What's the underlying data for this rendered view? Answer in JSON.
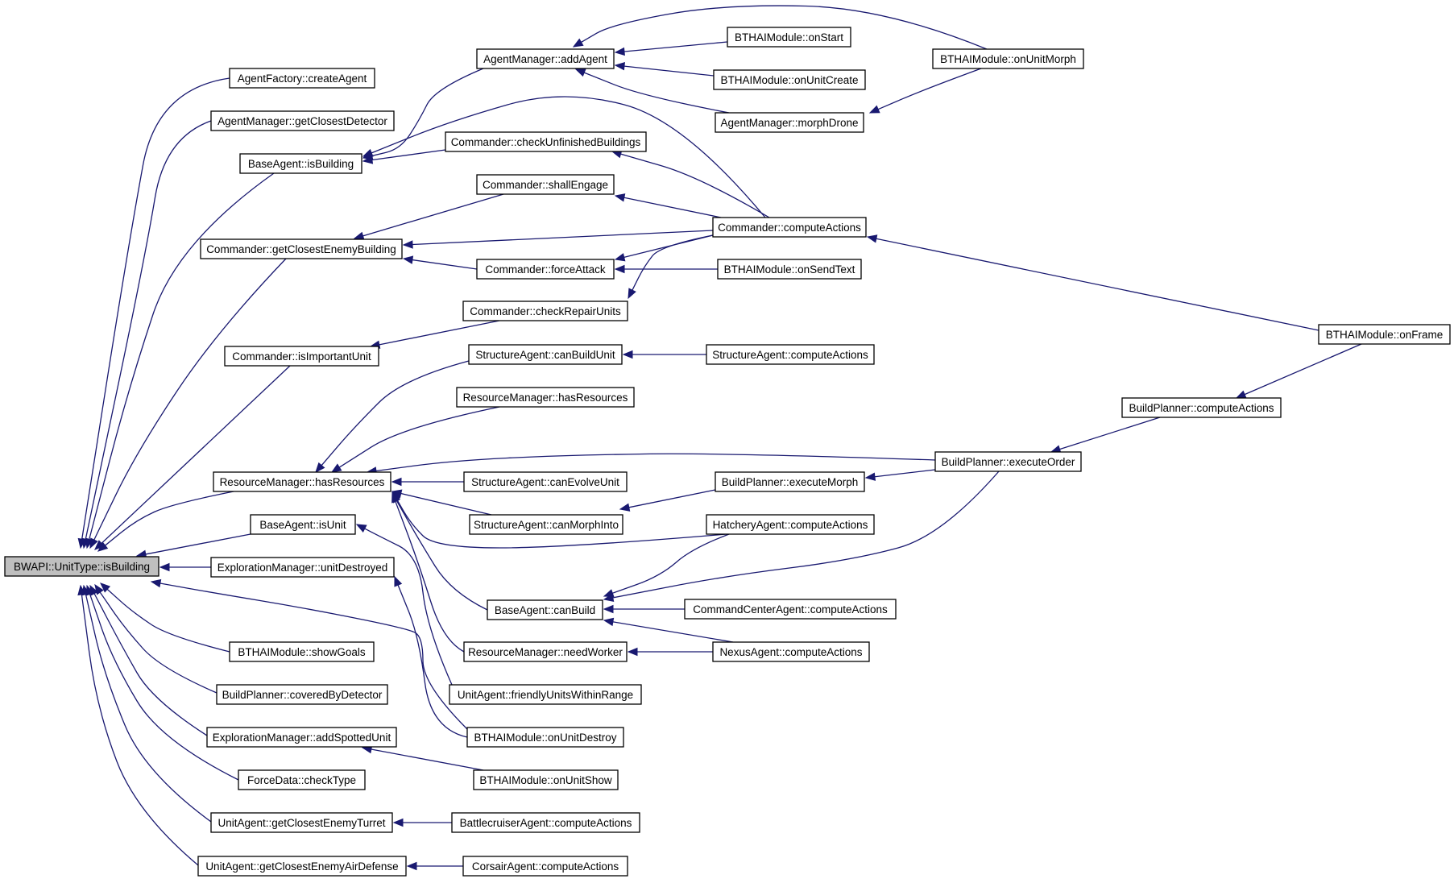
{
  "graph": {
    "nodes": [
      {
        "id": "root",
        "label": "BWAPI::UnitType::isBuilding"
      },
      {
        "id": "af_create",
        "label": "AgentFactory::createAgent"
      },
      {
        "id": "am_detector",
        "label": "AgentManager::getClosestDetector"
      },
      {
        "id": "ba_isbuilding",
        "label": "BaseAgent::isBuilding"
      },
      {
        "id": "cmd_closest",
        "label": "Commander::getClosestEnemyBuilding"
      },
      {
        "id": "cmd_important",
        "label": "Commander::isImportantUnit"
      },
      {
        "id": "rm_has",
        "label": "ResourceManager::hasResources"
      },
      {
        "id": "ba_isunit",
        "label": "BaseAgent::isUnit"
      },
      {
        "id": "em_destroyed",
        "label": "ExplorationManager::unitDestroyed"
      },
      {
        "id": "bm_goals",
        "label": "BTHAIModule::showGoals"
      },
      {
        "id": "bp_covered",
        "label": "BuildPlanner::coveredByDetector"
      },
      {
        "id": "em_spotted",
        "label": "ExplorationManager::addSpottedUnit"
      },
      {
        "id": "fd_check",
        "label": "ForceData::checkType"
      },
      {
        "id": "ua_turret",
        "label": "UnitAgent::getClosestEnemyTurret"
      },
      {
        "id": "ua_airdef",
        "label": "UnitAgent::getClosestEnemyAirDefense"
      },
      {
        "id": "am_add",
        "label": "AgentManager::addAgent"
      },
      {
        "id": "cmd_unfinished",
        "label": "Commander::checkUnfinishedBuildings"
      },
      {
        "id": "cmd_engage",
        "label": "Commander::shallEngage"
      },
      {
        "id": "cmd_force",
        "label": "Commander::forceAttack"
      },
      {
        "id": "cmd_repair",
        "label": "Commander::checkRepairUnits"
      },
      {
        "id": "sa_canbuild",
        "label": "StructureAgent::canBuildUnit"
      },
      {
        "id": "rm_has2",
        "label": "ResourceManager::hasResources"
      },
      {
        "id": "sa_evolve",
        "label": "StructureAgent::canEvolveUnit"
      },
      {
        "id": "sa_morph",
        "label": "StructureAgent::canMorphInto"
      },
      {
        "id": "ba_canbuild",
        "label": "BaseAgent::canBuild"
      },
      {
        "id": "rm_worker",
        "label": "ResourceManager::needWorker"
      },
      {
        "id": "ua_friendly",
        "label": "UnitAgent::friendlyUnitsWithinRange"
      },
      {
        "id": "bm_destroy",
        "label": "BTHAIModule::onUnitDestroy"
      },
      {
        "id": "bm_show",
        "label": "BTHAIModule::onUnitShow"
      },
      {
        "id": "bc_compute",
        "label": "BattlecruiserAgent::computeActions"
      },
      {
        "id": "cs_compute",
        "label": "CorsairAgent::computeActions"
      },
      {
        "id": "bm_start",
        "label": "BTHAIModule::onStart"
      },
      {
        "id": "bm_create",
        "label": "BTHAIModule::onUnitCreate"
      },
      {
        "id": "am_drone",
        "label": "AgentManager::morphDrone"
      },
      {
        "id": "cmd_compute",
        "label": "Commander::computeActions"
      },
      {
        "id": "bm_sendtext",
        "label": "BTHAIModule::onSendText"
      },
      {
        "id": "sa_compute",
        "label": "StructureAgent::computeActions"
      },
      {
        "id": "bp_morph",
        "label": "BuildPlanner::executeMorph"
      },
      {
        "id": "ha_compute",
        "label": "HatcheryAgent::computeActions"
      },
      {
        "id": "cc_compute",
        "label": "CommandCenterAgent::computeActions"
      },
      {
        "id": "na_compute",
        "label": "NexusAgent::computeActions"
      },
      {
        "id": "bm_morph",
        "label": "BTHAIModule::onUnitMorph"
      },
      {
        "id": "bp_order",
        "label": "BuildPlanner::executeOrder"
      },
      {
        "id": "bp_compute",
        "label": "BuildPlanner::computeActions"
      },
      {
        "id": "bm_frame",
        "label": "BTHAIModule::onFrame"
      }
    ],
    "edges": [
      {
        "from": "af_create",
        "to": "root"
      },
      {
        "from": "am_detector",
        "to": "root"
      },
      {
        "from": "ba_isbuilding",
        "to": "root"
      },
      {
        "from": "cmd_closest",
        "to": "root"
      },
      {
        "from": "cmd_important",
        "to": "root"
      },
      {
        "from": "rm_has",
        "to": "root"
      },
      {
        "from": "ba_isunit",
        "to": "root"
      },
      {
        "from": "em_destroyed",
        "to": "root"
      },
      {
        "from": "bm_goals",
        "to": "root"
      },
      {
        "from": "bp_covered",
        "to": "root"
      },
      {
        "from": "em_spotted",
        "to": "root"
      },
      {
        "from": "fd_check",
        "to": "root"
      },
      {
        "from": "ua_turret",
        "to": "root"
      },
      {
        "from": "ua_airdef",
        "to": "root"
      },
      {
        "from": "bm_destroy",
        "to": "root"
      },
      {
        "from": "am_add",
        "to": "ba_isbuilding"
      },
      {
        "from": "cmd_unfinished",
        "to": "ba_isbuilding"
      },
      {
        "from": "cmd_compute",
        "to": "ba_isbuilding"
      },
      {
        "from": "cmd_engage",
        "to": "cmd_closest"
      },
      {
        "from": "cmd_compute",
        "to": "cmd_closest"
      },
      {
        "from": "cmd_force",
        "to": "cmd_closest"
      },
      {
        "from": "cmd_repair",
        "to": "cmd_important"
      },
      {
        "from": "sa_canbuild",
        "to": "rm_has"
      },
      {
        "from": "rm_has2",
        "to": "rm_has"
      },
      {
        "from": "bp_order",
        "to": "rm_has"
      },
      {
        "from": "sa_evolve",
        "to": "rm_has"
      },
      {
        "from": "sa_morph",
        "to": "rm_has"
      },
      {
        "from": "ha_compute",
        "to": "rm_has"
      },
      {
        "from": "ba_canbuild",
        "to": "rm_has"
      },
      {
        "from": "rm_worker",
        "to": "rm_has"
      },
      {
        "from": "ua_friendly",
        "to": "ba_isunit"
      },
      {
        "from": "bm_destroy",
        "to": "em_destroyed"
      },
      {
        "from": "bm_show",
        "to": "em_spotted"
      },
      {
        "from": "bc_compute",
        "to": "ua_turret"
      },
      {
        "from": "cs_compute",
        "to": "ua_airdef"
      },
      {
        "from": "bm_start",
        "to": "am_add"
      },
      {
        "from": "bm_create",
        "to": "am_add"
      },
      {
        "from": "am_drone",
        "to": "am_add"
      },
      {
        "from": "bm_morph",
        "to": "am_add"
      },
      {
        "from": "bm_morph",
        "to": "am_drone"
      },
      {
        "from": "cmd_compute",
        "to": "cmd_unfinished"
      },
      {
        "from": "cmd_compute",
        "to": "cmd_engage"
      },
      {
        "from": "cmd_compute",
        "to": "cmd_force"
      },
      {
        "from": "bm_sendtext",
        "to": "cmd_force"
      },
      {
        "from": "cmd_compute",
        "to": "cmd_repair"
      },
      {
        "from": "bm_frame",
        "to": "cmd_compute"
      },
      {
        "from": "sa_compute",
        "to": "sa_canbuild"
      },
      {
        "from": "bp_morph",
        "to": "sa_morph"
      },
      {
        "from": "bp_order",
        "to": "bp_morph"
      },
      {
        "from": "ha_compute",
        "to": "ba_canbuild"
      },
      {
        "from": "bp_order",
        "to": "ba_canbuild"
      },
      {
        "from": "cc_compute",
        "to": "ba_canbuild"
      },
      {
        "from": "na_compute",
        "to": "ba_canbuild"
      },
      {
        "from": "na_compute",
        "to": "rm_worker"
      },
      {
        "from": "bp_compute",
        "to": "bp_order"
      },
      {
        "from": "bm_frame",
        "to": "bp_compute"
      }
    ]
  }
}
